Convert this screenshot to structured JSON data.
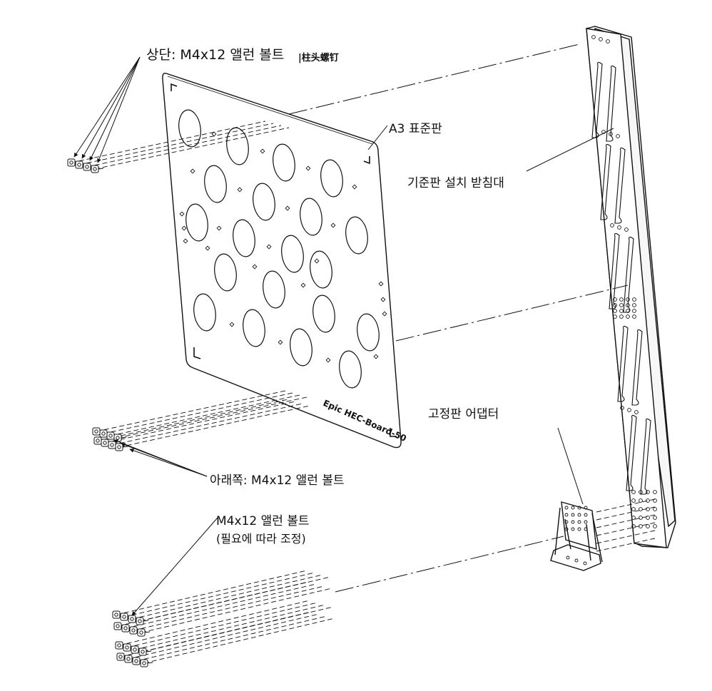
{
  "labels": {
    "top_bolts": "상단:  M4x12 앨런 볼트",
    "top_bolts_cn": "|柱头螺钉",
    "a3_board": "A3 표준판",
    "stand": "기준판 설치 받침대",
    "adapter": "고정판 어댑터",
    "bottom_bolts": "아래쪽:  M4x12 앨런 볼트",
    "extra_bolts": "M4x12 앨런 볼트",
    "extra_bolts_note": "(필요에 따라 조정)",
    "board_engraving": "Epic HEC-Board-50"
  },
  "colors": {
    "line": "#111111",
    "background": "#ffffff"
  }
}
